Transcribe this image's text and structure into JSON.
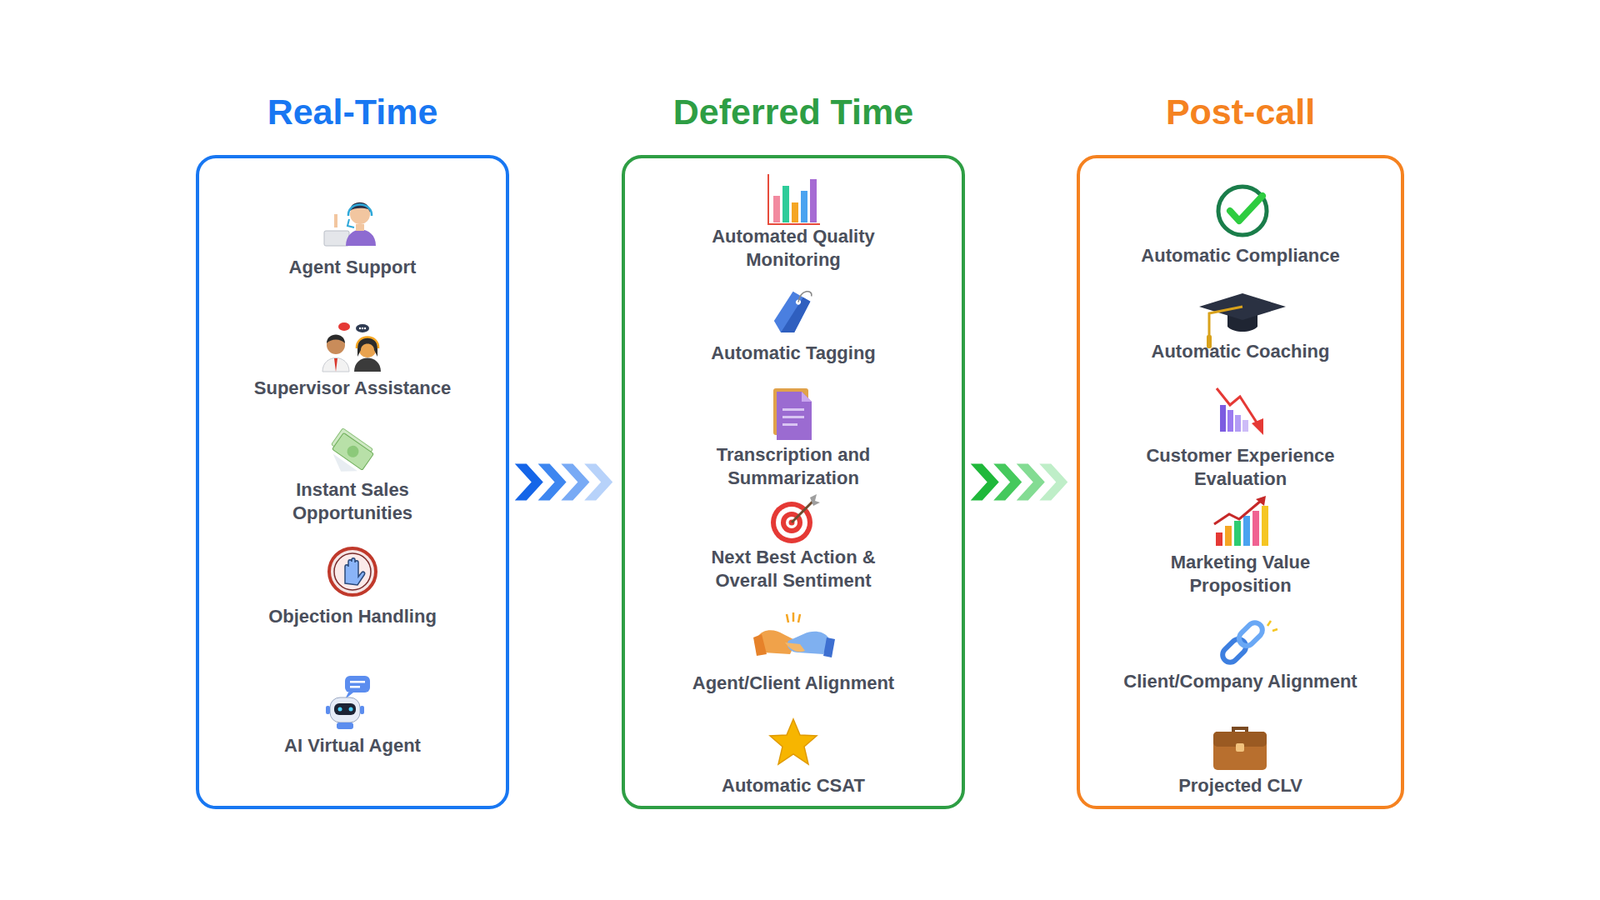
{
  "diagram": {
    "nodes": [
      {
        "text": [
          "Real-Time",
          "Agent Support",
          "Supervisor Assistance",
          "Instant Sales Opportunities",
          "Objection Handling",
          "AI Virtual Agent"
        ]
      },
      {
        "text": [
          "Deferred Time",
          "Automated Quality Monitoring",
          "Automatic Tagging",
          "Transcription and Summarization",
          "Next Best Action & Overall Sentiment",
          "Agent/Client Alignment",
          "Automatic CSAT"
        ]
      },
      {
        "text": [
          "Post-call",
          "Automatic Compliance",
          "Automatic Coaching",
          "Customer Experience Evaluation",
          "Marketing Value Proposition",
          "Client/Company Alignment",
          "Projected CLV"
        ]
      }
    ],
    "edges": [
      {
        "from": 0,
        "to": 1,
        "arrow": "to"
      },
      {
        "from": 1,
        "to": 2,
        "arrow": "to"
      }
    ]
  }
}
